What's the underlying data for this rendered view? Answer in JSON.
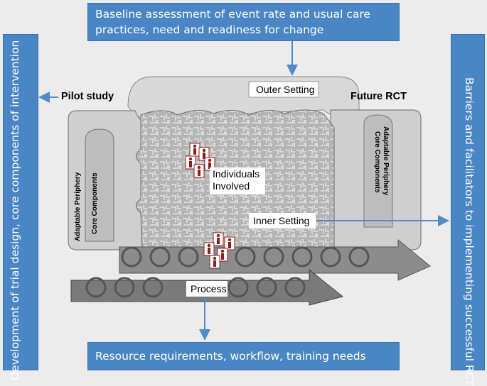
{
  "boxes": {
    "top": "Baseline assessment of event rate and usual care practices, need and readiness for change",
    "bottom": "Resource requirements, workflow, training needs",
    "left": "Development of trial design, core components of intervention",
    "right": "Barriers and facilitators to implementing successful RCT"
  },
  "labels": {
    "pilot_study": "Pilot study",
    "future_rct": "Future RCT",
    "outer_setting": "Outer Setting",
    "inner_setting": "Inner Setting",
    "individuals_involved": "Individuals Involved",
    "process": "Process",
    "adaptable_periphery": "Adaptable Periphery",
    "core_components": "Core Components"
  },
  "colors": {
    "box_blue": "#4a86c5",
    "arrow_blue": "#4f8dc9",
    "figure_red": "#8b2020"
  }
}
